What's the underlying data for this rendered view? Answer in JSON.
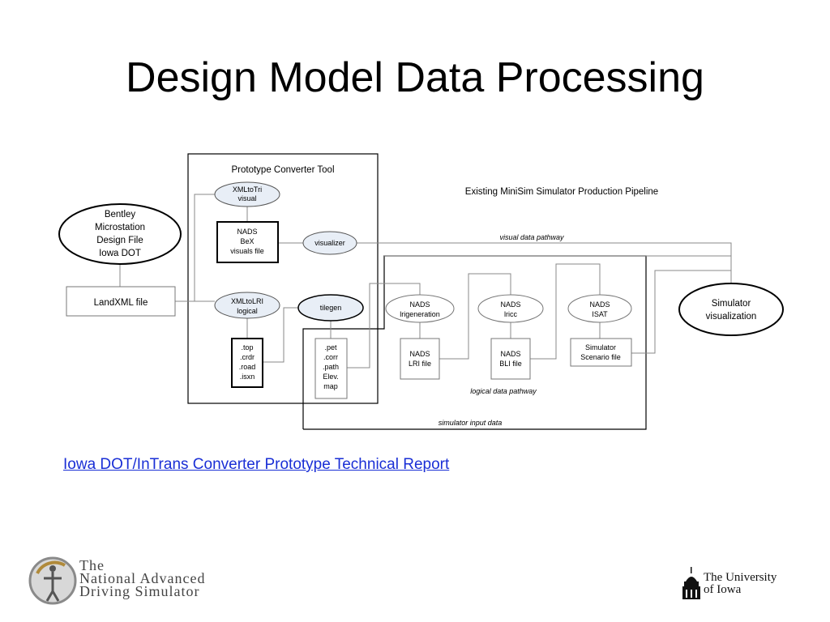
{
  "slide": {
    "title": "Design Model Data Processing",
    "link_text": "Iowa DOT/InTrans Converter Prototype Technical Report"
  },
  "diagram": {
    "nodes": {
      "bentley": [
        "Bentley",
        "Microstation",
        "Design File",
        "Iowa DOT"
      ],
      "landxml": "LandXML file",
      "tool_title": "Prototype Converter Tool",
      "xmltotri": [
        "XMLtoTri",
        "visual"
      ],
      "bex": [
        "NADS",
        "BeX",
        "visuals file"
      ],
      "visualizer": "visualizer",
      "xmltolri": [
        "XMLtoLRI",
        "logical"
      ],
      "topfiles": [
        ".top",
        ".crdr",
        ".road",
        ".isxn"
      ],
      "tilegen": "tilegen",
      "petfiles": [
        ".pet",
        ".corr",
        ".path",
        "Elev.",
        "map"
      ],
      "pipeline_title": "Existing MiniSim Simulator Production Pipeline",
      "lrigen": [
        "NADS",
        "lrigeneration"
      ],
      "lrifile": [
        "NADS",
        "LRI file"
      ],
      "lricc": [
        "NADS",
        "lricc"
      ],
      "blifile": [
        "NADS",
        "BLI file"
      ],
      "isat": [
        "NADS",
        "ISAT"
      ],
      "scenario": [
        "Simulator",
        "Scenario file"
      ],
      "simviz": [
        "Simulator",
        "visualization"
      ]
    },
    "labels": {
      "visual_pathway": "visual data pathway",
      "logical_pathway": "logical data pathway",
      "sim_input": "simulator input data"
    }
  },
  "logos": {
    "nads": [
      "The",
      "National Advanced",
      "Driving Simulator"
    ],
    "uiowa": [
      "The University",
      "of Iowa"
    ]
  }
}
